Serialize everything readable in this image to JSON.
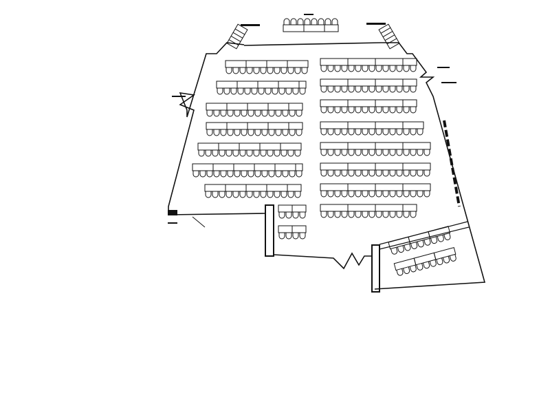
{
  "plan": {
    "head_table": {
      "tables": 3,
      "seats": 8
    },
    "left_section": {
      "rows": [
        12,
        13,
        14,
        14,
        15,
        16,
        14
      ]
    },
    "right_section": {
      "rows": [
        14,
        14,
        14,
        15,
        16,
        16,
        16,
        14
      ]
    },
    "center_small_block": {
      "rows": [
        4,
        4
      ]
    },
    "corner_block": {
      "rows": [
        9,
        9
      ]
    },
    "colors": {
      "ink": "#111111",
      "paper": "#ffffff"
    }
  }
}
